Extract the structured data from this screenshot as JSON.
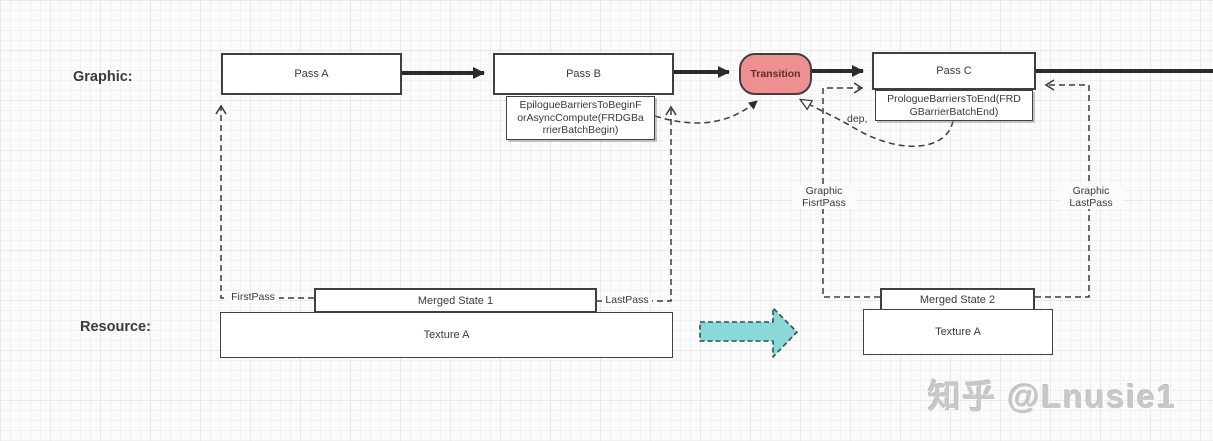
{
  "labels": {
    "graphic_row": "Graphic:",
    "resource_row": "Resource:"
  },
  "graphic": {
    "pass_a": "Pass A",
    "pass_b": "Pass B",
    "transition": "Transition",
    "pass_c": "Pass C",
    "epilogue_barrier": {
      "lines": [
        "EpilogueBarriersToBeginF",
        "orAsyncCompute(FRDGBa",
        "rrierBatchBegin)"
      ]
    },
    "prologue_barrier": {
      "lines": [
        "PrologueBarriersToEnd(FRD",
        "GBarrierBatchEnd)"
      ]
    },
    "dep_label": "dep,"
  },
  "resource": {
    "merged_state_1": "Merged State 1",
    "texture_a_left": "Texture A",
    "merged_state_2": "Merged State 2",
    "texture_a_right": "Texture A",
    "first_pass": "FirstPass",
    "last_pass": "LastPass",
    "graphic_first_pass": {
      "lines": [
        "Graphic",
        "FisrtPass"
      ]
    },
    "graphic_last_pass": {
      "lines": [
        "Graphic",
        "LastPass"
      ]
    }
  },
  "watermark": "知乎 @Lnusie1",
  "colors": {
    "transition_fill": "#EE9090",
    "transition_text": "#632C2C",
    "teal_arrow_fill": "#8AD8D8",
    "teal_arrow_border": "#2F4F4F",
    "flow_arrow": "#2B2B2B",
    "dashed_line": "#3D3D3D",
    "box_border": "#404040",
    "watermark_color": "#C8C8C8",
    "grid_line": "#E9E9E9"
  }
}
